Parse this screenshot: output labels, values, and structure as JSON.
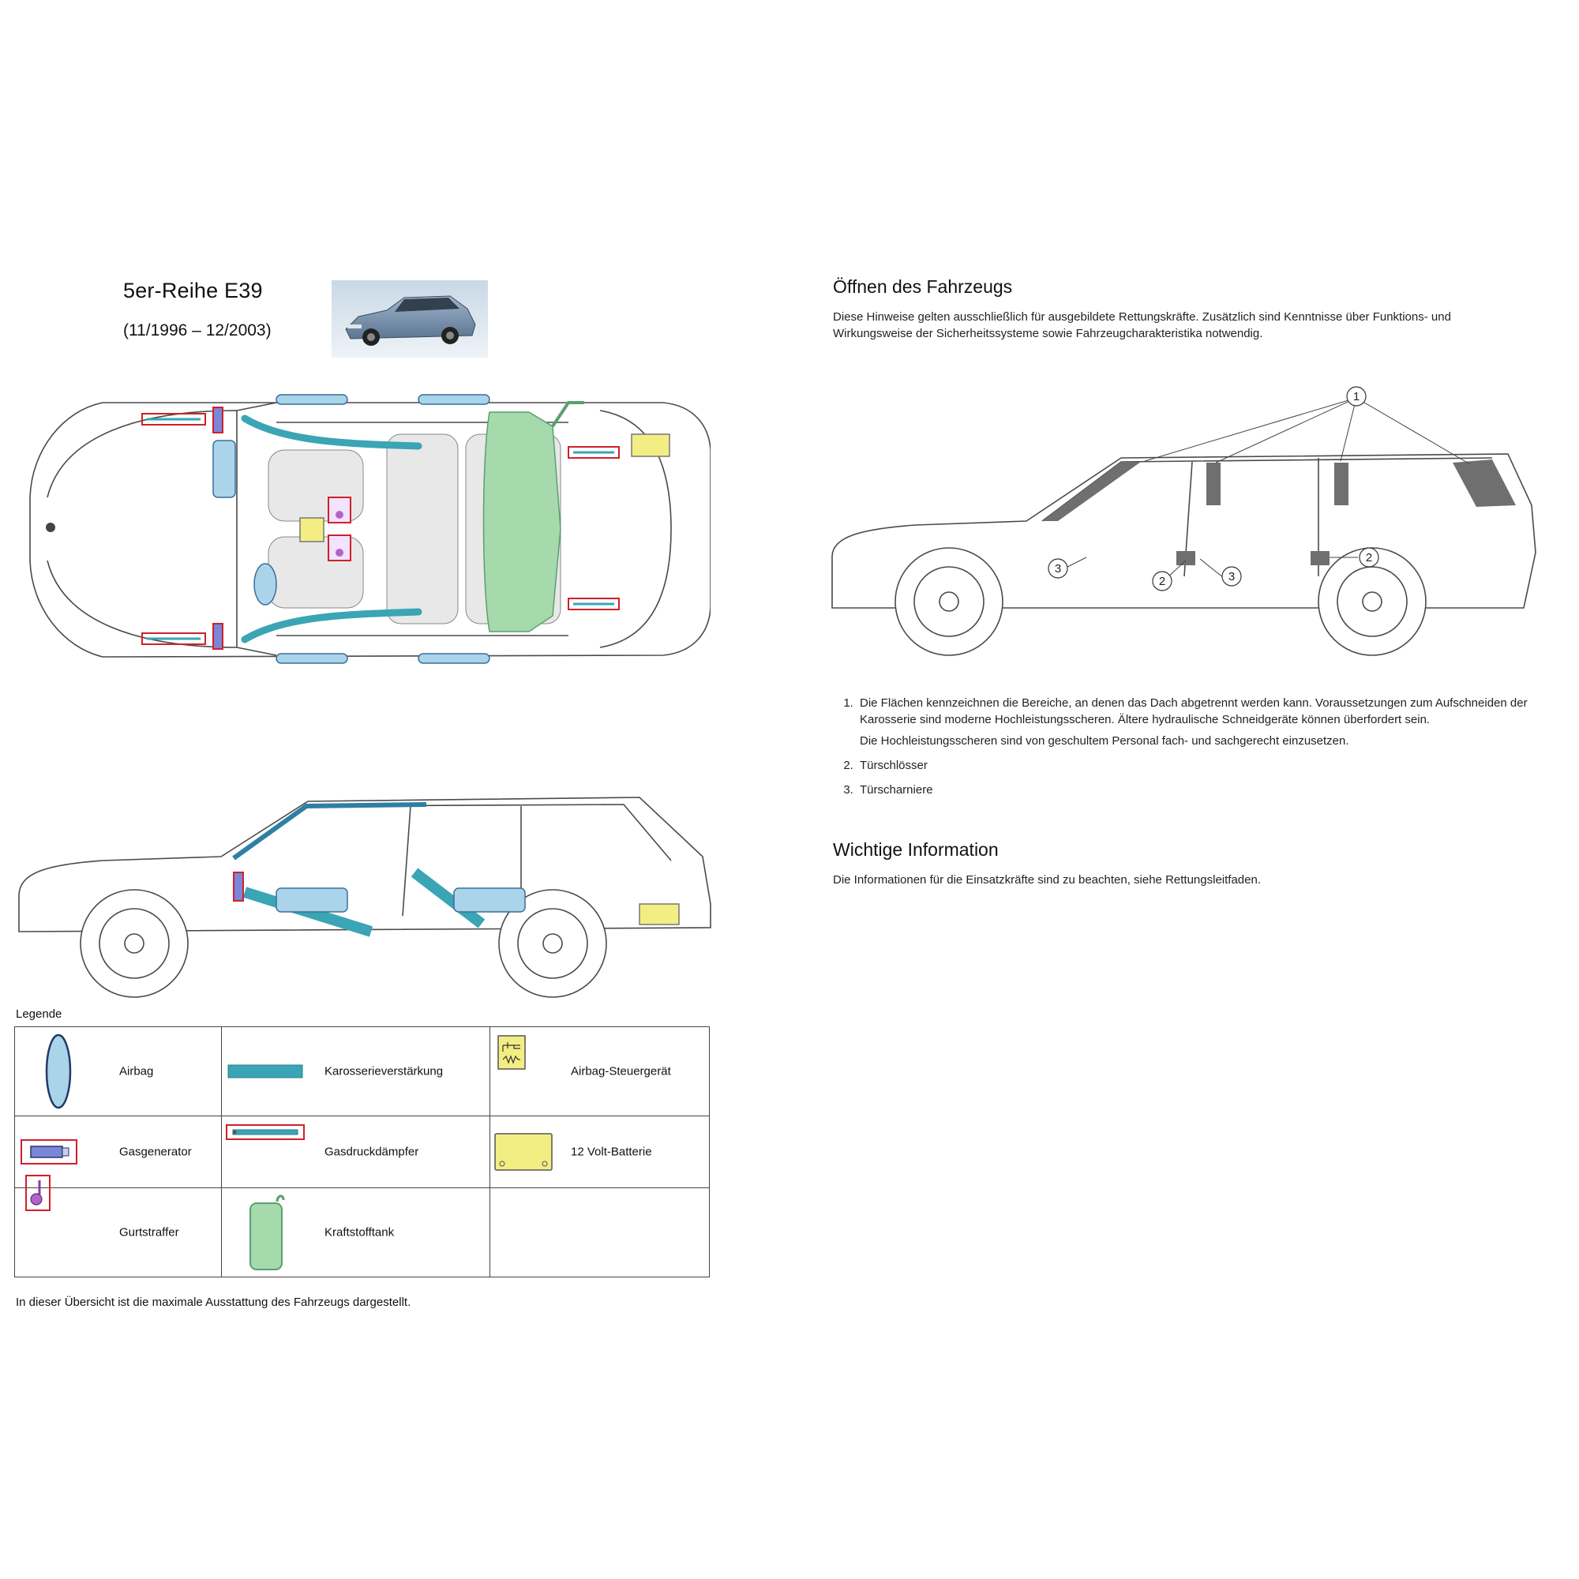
{
  "header": {
    "title": "5er-Reihe E39",
    "period": "(11/1996 – 12/2003)"
  },
  "legend": {
    "heading": "Legende",
    "items": [
      {
        "label": "Airbag",
        "icon": "airbag-icon"
      },
      {
        "label": "Karosserieverstärkung",
        "icon": "reinforcement-icon"
      },
      {
        "label": "Airbag-Steuergerät",
        "icon": "airbag-control-unit-icon"
      },
      {
        "label": "Gasgenerator",
        "icon": "gas-generator-icon"
      },
      {
        "label": "Gasdruckdämpfer",
        "icon": "gas-strut-icon"
      },
      {
        "label": "12 Volt-Batterie",
        "icon": "battery-icon"
      },
      {
        "label": "Gurtstraffer",
        "icon": "belt-tensioner-icon"
      },
      {
        "label": "Kraftstofftank",
        "icon": "fuel-tank-icon"
      }
    ],
    "footnote": "In dieser Übersicht ist die maximale Ausstattung des Fahrzeugs dargestellt."
  },
  "opening": {
    "heading": "Öffnen des Fahrzeugs",
    "intro": "Diese Hinweise gelten ausschließlich für ausgebildete Rettungskräfte. Zusätzlich sind Kenntnisse über Funktions- und Wirkungsweise der Sicherheitssysteme sowie Fahrzeugcharakteristika notwendig.",
    "callouts": [
      "1",
      "2",
      "3"
    ],
    "notes": [
      "Die Flächen kennzeichnen die Bereiche, an denen das Dach abgetrennt werden kann. Voraussetzungen zum Aufschneiden der Karosserie sind moderne Hochleistungsscheren. Ältere hydraulische Schneidgeräte können überfordert sein.",
      "Türschlösser",
      "Türscharniere"
    ],
    "note1_extra": "Die Hochleistungsscheren sind von geschultem Personal fach- und sachgerecht einzusetzen."
  },
  "info": {
    "heading": "Wichtige Information",
    "text": "Die Informationen für die Einsatzkräfte sind zu beachten, siehe Rettungsleitfaden."
  },
  "colors": {
    "airbag": "#a9d4ea",
    "reinforcement": "#3aa5b4",
    "fuel_tank": "#a6d9ab",
    "battery": "#f3ee84",
    "marker_red": "#d0202a",
    "outline": "#4a4a4a"
  }
}
